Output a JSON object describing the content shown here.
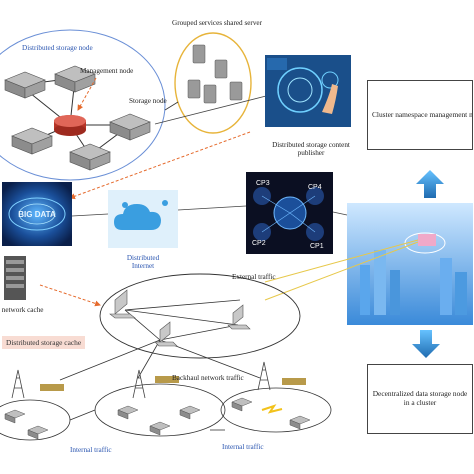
{
  "labels": {
    "distributed_storage_node": "Distributed storage node",
    "management_node": "Management node",
    "storage_node": "Storage node",
    "grouped_services_shared_server": "Grouped services shared server",
    "content_publisher": "Distributed storage content publisher",
    "cluster_namespace": "Cluster namespace management node",
    "distributed_internet": "Distributed Internet",
    "core_network_cache": "Core network cache",
    "external_traffic": "External traffic",
    "distributed_storage_cache": "Distributed storage cache",
    "backhaul_traffic": "Backhaul network traffic",
    "internal_traffic_left": "Internal traffic",
    "internal_traffic_right": "Internal traffic",
    "decentralized_storage": "Decentralized data storage node in a cluster",
    "big_data": "BIG DATA"
  },
  "cp_labels": [
    "CP3",
    "CP4",
    "CP2",
    "CP1"
  ],
  "colors": {
    "ellipse_blue": "#6a8fd6",
    "ellipse_gold": "#e7b43a",
    "arrow_orange": "#e56a2c",
    "up_arrow": "#3f8fc9",
    "pink_box": "#f8dcd3",
    "tech_blue": "#1b4f8a"
  }
}
